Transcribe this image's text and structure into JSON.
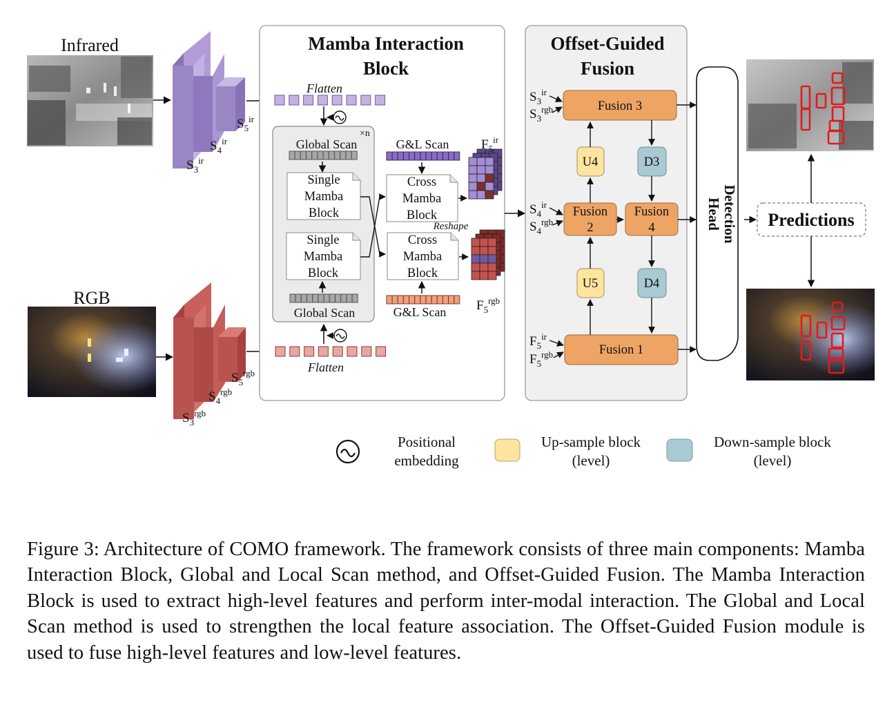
{
  "inputs": {
    "infrared_label": "Infrared",
    "rgb_label": "RGB"
  },
  "backbone": {
    "s5_ir": "S5ir",
    "s4_ir": "S4ir",
    "s3_ir": "S3ir",
    "s5_rgb": "S5rgb",
    "s4_rgb": "S4rgb",
    "s3_rgb": "S3rgb"
  },
  "mamba_block": {
    "title_line1": "Mamba Interaction",
    "title_line2": "Block",
    "flatten_top": "Flatten",
    "flatten_bottom": "Flatten",
    "repeat": "×n",
    "global_scan_top": "Global Scan",
    "global_scan_bottom": "Global Scan",
    "single_mamba": [
      "Single",
      "Mamba",
      "Block"
    ],
    "cross_mamba": [
      "Cross",
      "Mamba",
      "Block"
    ],
    "gl_scan_top": "G&L Scan",
    "gl_scan_bottom": "G&L Scan",
    "reshape": "Reshape",
    "f5_ir": "F5ir",
    "f5_rgb": "F5rgb"
  },
  "fusion": {
    "title_line1": "Offset-Guided",
    "title_line2": "Fusion",
    "fusion3": "Fusion 3",
    "fusion2": [
      "Fusion",
      "2"
    ],
    "fusion4": [
      "Fusion",
      "4"
    ],
    "fusion1": "Fusion 1",
    "u4": "U4",
    "u5": "U5",
    "d3": "D3",
    "d4": "D4",
    "inputs": [
      "S3ir",
      "S3rgb",
      "S4ir",
      "S4rgb",
      "F5ir",
      "F5rgb"
    ]
  },
  "head": {
    "detection_head": [
      "Detection",
      "Head"
    ],
    "predictions": "Predictions"
  },
  "legend": {
    "positional": [
      "Positional",
      "embedding"
    ],
    "upsample": [
      "Up-sample block",
      "(level)"
    ],
    "downsample": [
      "Down-sample block",
      "(level)"
    ]
  },
  "colors": {
    "ir_purple": "#9b86c4",
    "rgb_red": "#b85450",
    "fusion_orange": "#eea464",
    "upsample_yellow": "#fde5a0",
    "downsample_blue": "#a9c9d3",
    "panel_gray": "#f0f0f0"
  },
  "caption": "Figure 3:  Architecture of COMO framework.  The framework consists of three main components: Mamba Interaction Block, Global and Local Scan method, and Offset-Guided Fusion. The Mamba Interaction Block is used to extract high-level features and perform inter-modal interaction. The Global and Local Scan method is used to strengthen the local feature association. The Offset-Guided Fusion module is used to fuse high-level features and low-level features."
}
